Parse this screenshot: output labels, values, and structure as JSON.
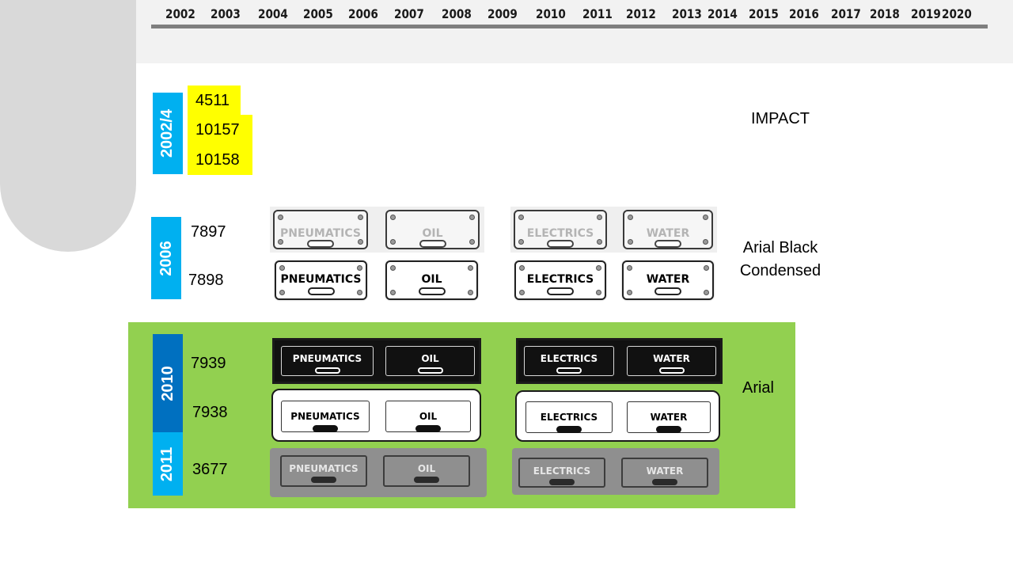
{
  "timeline": {
    "years": [
      "2002",
      "2003",
      "2004",
      "2005",
      "2006",
      "2007",
      "2008",
      "2009",
      "2010",
      "2011",
      "2012",
      "2013",
      "2014",
      "2015",
      "2016",
      "2017",
      "2018",
      "2019",
      "2020"
    ]
  },
  "groups": {
    "g2002": {
      "label": "2002/4",
      "codes": [
        "4511",
        "10157",
        "10158"
      ],
      "font_note": "IMPACT"
    },
    "g2006": {
      "label": "2006",
      "codes": [
        "7897",
        "7898"
      ],
      "font_note_line1": "Arial Black",
      "font_note_line2": "Condensed"
    },
    "g2010": {
      "label": "2010",
      "codes": [
        "7939",
        "7938"
      ],
      "font_note": "Arial"
    },
    "g2011": {
      "label": "2011",
      "codes": [
        "3677"
      ]
    }
  },
  "plates": {
    "pneumatics": "PNEUMATICS",
    "oil": "OIL",
    "electrics": "ELECTRICS",
    "water": "WATER"
  },
  "colors": {
    "label_blue": "#00b0f0",
    "label_dark_blue": "#0070c0",
    "highlight_yellow": "#ffff00",
    "green_band": "#92d050"
  }
}
